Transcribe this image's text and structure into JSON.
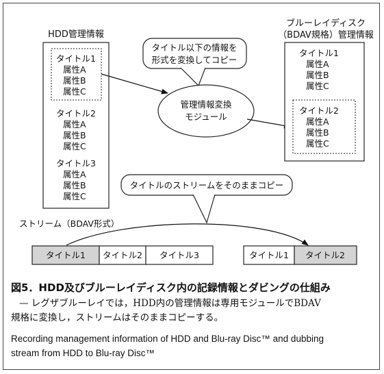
{
  "hdd": {
    "header": "HDD管理情報",
    "groups": [
      {
        "title": "タイトル1",
        "attrs": [
          "属性A",
          "属性B",
          "属性C"
        ]
      },
      {
        "title": "タイトル2",
        "attrs": [
          "属性A",
          "属性B",
          "属性C"
        ]
      },
      {
        "title": "タイトル3",
        "attrs": [
          "属性A",
          "属性B",
          "属性C"
        ]
      }
    ]
  },
  "bd": {
    "header_line1": "ブルーレイディスク",
    "header_line2": "（BDAV規格）管理情報",
    "groups": [
      {
        "title": "タイトル1",
        "attrs": [
          "属性A",
          "属性B",
          "属性C"
        ]
      },
      {
        "title": "タイトル2",
        "attrs": [
          "属性A",
          "属性B",
          "属性C"
        ]
      }
    ]
  },
  "callout_top": {
    "line1": "タイトル以下の情報を",
    "line2": "形式を変換してコピー"
  },
  "module": {
    "line1": "管理情報変換",
    "line2": "モジュール"
  },
  "callout_bottom": "タイトルのストリームをそのままコピー",
  "stream_label": "ストリーム（BDAV形式）",
  "stream_left": [
    "タイトル1",
    "タイトル2",
    "タイトル3"
  ],
  "stream_right": [
    "タイトル1",
    "タイトル2"
  ],
  "colors": {
    "highlight": "#d4d4d4",
    "border": "#222222"
  },
  "caption": {
    "title": "図5．HDD及びブルーレイディスク内の記録情報とダビングの仕組み",
    "jp_line1": "— レグザブルーレイでは，HDD内の管理情報は専用モジュールでBDAV",
    "jp_line2": "規格に変換し，ストリームはそのままコピーする。",
    "en_line1": "Recording management information of HDD and Blu-ray Disc™ and dubbing",
    "en_line2": "stream from HDD to Blu-ray Disc™"
  }
}
